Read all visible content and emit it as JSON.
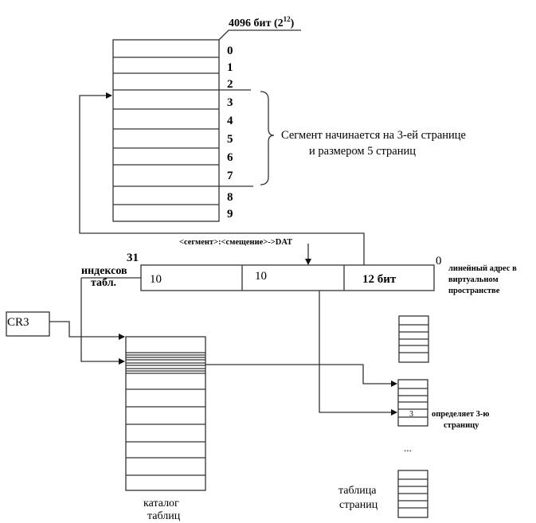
{
  "page_memory": {
    "size_label": "4096 бит (2",
    "size_exp": "12",
    "size_close": ")",
    "page_numbers": [
      "0",
      "1",
      "2",
      "3",
      "4",
      "5",
      "6",
      "7",
      "8",
      "9"
    ]
  },
  "segment_note": {
    "line1": "Сегмент начинается на 3-ей странице",
    "line2": "и размером  5 страниц"
  },
  "linear_address": {
    "dat_label": "<сегмент>:<смещение>->DAT",
    "high_bit": "31",
    "low_bit": "0",
    "fields": [
      "10",
      "10",
      "12 бит"
    ],
    "desc_line1": "линейный адрес в",
    "desc_line2": "виртуальном",
    "desc_line3": "пространстве",
    "index_label1": "индексов",
    "index_label2": "табл."
  },
  "cr3": {
    "label": "CR3"
  },
  "table_catalog": {
    "label1": "каталог",
    "label2": "таблиц"
  },
  "page_tables": {
    "entry_value": "3",
    "entry_note1": "определяет 3-ю",
    "entry_note2": "страницу",
    "ellipsis": "...",
    "label1": "таблица",
    "label2": "страниц"
  }
}
